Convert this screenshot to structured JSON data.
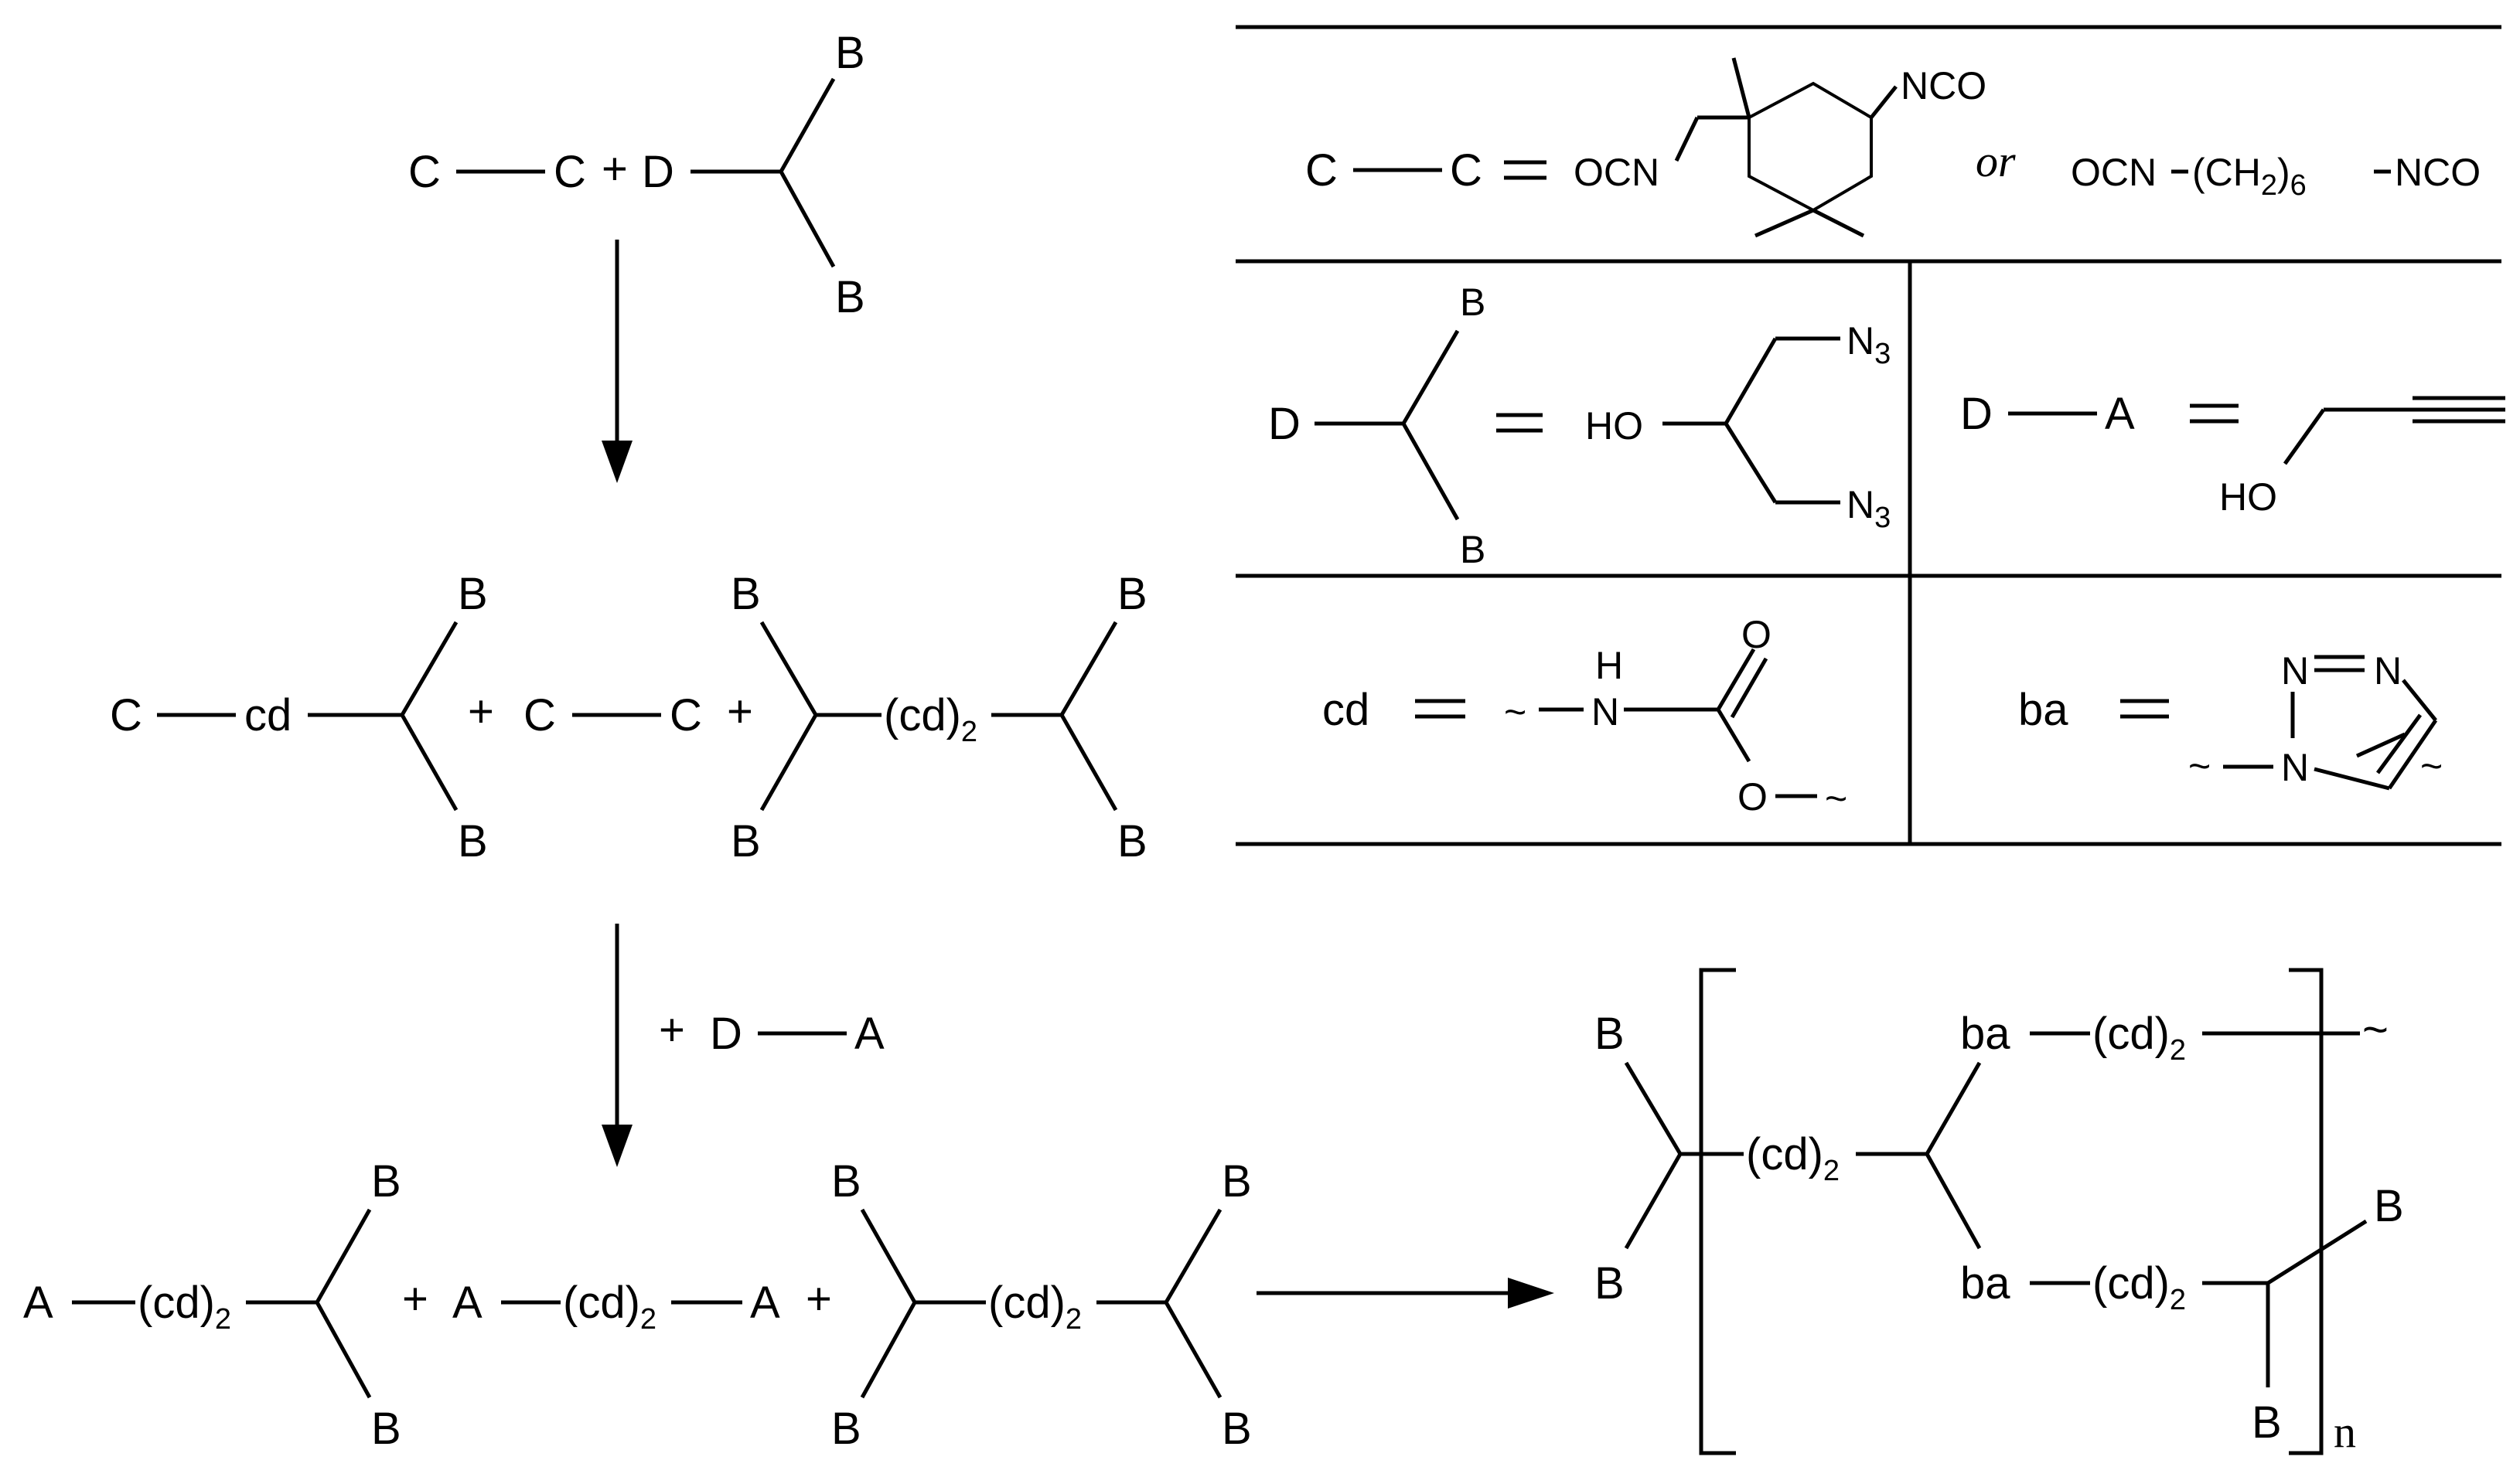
{
  "atoms": {
    "A": "A",
    "B": "B",
    "C": "C",
    "D": "D",
    "cd": "cd",
    "ba": "ba",
    "cd2": "(cd)",
    "sub2": "2",
    "plus": "+",
    "tilde": "~",
    "n": "n"
  },
  "legend": {
    "or": "or",
    "isocyanate_label": "NCO",
    "ocn": "OCN",
    "hdi_left": "OCN",
    "hdi_mid": "(CH",
    "hdi_sub": "2",
    "hdi_right": ")",
    "hdi_sub6": "6",
    "hdi_end": "NCO",
    "ho": "HO",
    "n3": "N",
    "n3_sub": "3",
    "h": "H",
    "o": "O",
    "n": "N",
    "triazole_n": "N"
  }
}
